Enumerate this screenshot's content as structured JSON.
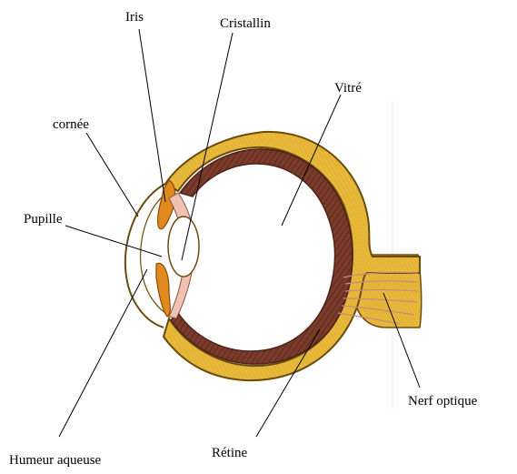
{
  "labels": {
    "iris": "Iris",
    "cristallin": "Cristallin",
    "vitre": "Vitré",
    "cornee": "cornée",
    "pupille": "Pupille",
    "humeur_aqueuse": "Humeur aqueuse",
    "retine": "Rétine",
    "nerf_optique": "Nerf optique"
  },
  "colors": {
    "sclera": "#e7b93a",
    "sclera_outline": "#6b4a10",
    "choroid": "#7a3b2a",
    "choroid_dark": "#4e2218",
    "iris": "#e08a1e",
    "lens": "#f1c2b3",
    "nerve_fibers": "#c98a80",
    "vitreous": "#ffffff"
  }
}
